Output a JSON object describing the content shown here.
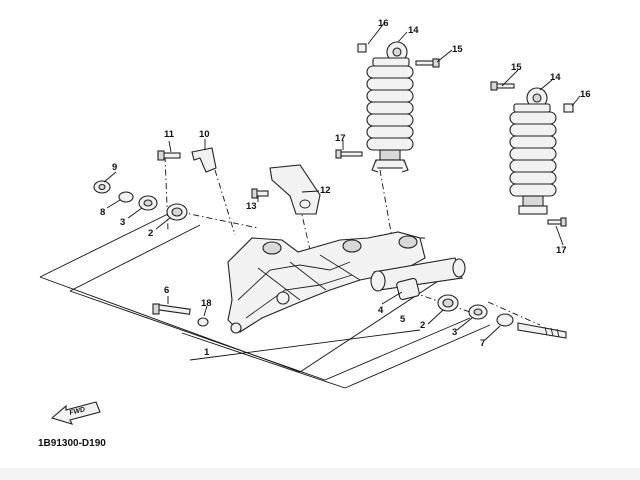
{
  "diagram": {
    "code": "1B91300-D190",
    "fwd_label": "FWD",
    "callouts": [
      "1",
      "2",
      "3",
      "4",
      "5",
      "6",
      "7",
      "8",
      "9",
      "10",
      "11",
      "12",
      "13",
      "14",
      "15",
      "16",
      "17",
      "18"
    ]
  }
}
